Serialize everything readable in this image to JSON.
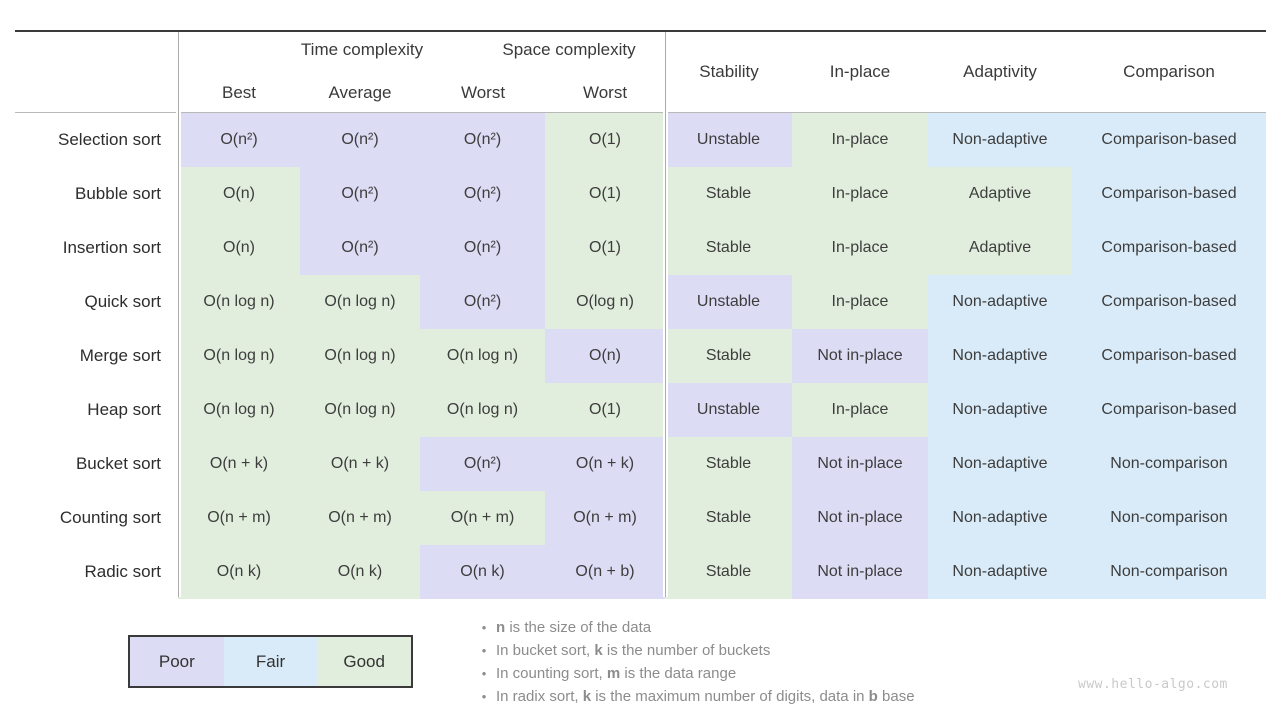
{
  "chart_data": {
    "type": "table",
    "column_groups": [
      {
        "label": "Time complexity",
        "span": 3
      },
      {
        "label": "Space complexity",
        "span": 1
      }
    ],
    "columns": [
      "Best",
      "Average",
      "Worst",
      "Worst",
      "Stability",
      "In-place",
      "Adaptivity",
      "Comparison"
    ],
    "rating_colors": {
      "poor": "#dcdcf4",
      "fair": "#d9ebf8",
      "good": "#e2eedd"
    },
    "rows": [
      {
        "name": "Selection sort",
        "cells": [
          {
            "v": "O(n²)",
            "r": "poor"
          },
          {
            "v": "O(n²)",
            "r": "poor"
          },
          {
            "v": "O(n²)",
            "r": "poor"
          },
          {
            "v": "O(1)",
            "r": "good"
          },
          {
            "v": "Unstable",
            "r": "poor"
          },
          {
            "v": "In-place",
            "r": "good"
          },
          {
            "v": "Non-adaptive",
            "r": "fair"
          },
          {
            "v": "Comparison-based",
            "r": "fair"
          }
        ]
      },
      {
        "name": "Bubble sort",
        "cells": [
          {
            "v": "O(n)",
            "r": "good"
          },
          {
            "v": "O(n²)",
            "r": "poor"
          },
          {
            "v": "O(n²)",
            "r": "poor"
          },
          {
            "v": "O(1)",
            "r": "good"
          },
          {
            "v": "Stable",
            "r": "good"
          },
          {
            "v": "In-place",
            "r": "good"
          },
          {
            "v": "Adaptive",
            "r": "good"
          },
          {
            "v": "Comparison-based",
            "r": "fair"
          }
        ]
      },
      {
        "name": "Insertion sort",
        "cells": [
          {
            "v": "O(n)",
            "r": "good"
          },
          {
            "v": "O(n²)",
            "r": "poor"
          },
          {
            "v": "O(n²)",
            "r": "poor"
          },
          {
            "v": "O(1)",
            "r": "good"
          },
          {
            "v": "Stable",
            "r": "good"
          },
          {
            "v": "In-place",
            "r": "good"
          },
          {
            "v": "Adaptive",
            "r": "good"
          },
          {
            "v": "Comparison-based",
            "r": "fair"
          }
        ]
      },
      {
        "name": "Quick sort",
        "cells": [
          {
            "v": "O(n log n)",
            "r": "good"
          },
          {
            "v": "O(n log n)",
            "r": "good"
          },
          {
            "v": "O(n²)",
            "r": "poor"
          },
          {
            "v": "O(log n)",
            "r": "good"
          },
          {
            "v": "Unstable",
            "r": "poor"
          },
          {
            "v": "In-place",
            "r": "good"
          },
          {
            "v": "Non-adaptive",
            "r": "fair"
          },
          {
            "v": "Comparison-based",
            "r": "fair"
          }
        ]
      },
      {
        "name": "Merge sort",
        "cells": [
          {
            "v": "O(n log n)",
            "r": "good"
          },
          {
            "v": "O(n log n)",
            "r": "good"
          },
          {
            "v": "O(n log n)",
            "r": "good"
          },
          {
            "v": "O(n)",
            "r": "poor"
          },
          {
            "v": "Stable",
            "r": "good"
          },
          {
            "v": "Not in-place",
            "r": "poor"
          },
          {
            "v": "Non-adaptive",
            "r": "fair"
          },
          {
            "v": "Comparison-based",
            "r": "fair"
          }
        ]
      },
      {
        "name": "Heap sort",
        "cells": [
          {
            "v": "O(n log n)",
            "r": "good"
          },
          {
            "v": "O(n log n)",
            "r": "good"
          },
          {
            "v": "O(n log n)",
            "r": "good"
          },
          {
            "v": "O(1)",
            "r": "good"
          },
          {
            "v": "Unstable",
            "r": "poor"
          },
          {
            "v": "In-place",
            "r": "good"
          },
          {
            "v": "Non-adaptive",
            "r": "fair"
          },
          {
            "v": "Comparison-based",
            "r": "fair"
          }
        ]
      },
      {
        "name": "Bucket sort",
        "cells": [
          {
            "v": "O(n + k)",
            "r": "good"
          },
          {
            "v": "O(n + k)",
            "r": "good"
          },
          {
            "v": "O(n²)",
            "r": "poor"
          },
          {
            "v": "O(n + k)",
            "r": "poor"
          },
          {
            "v": "Stable",
            "r": "good"
          },
          {
            "v": "Not in-place",
            "r": "poor"
          },
          {
            "v": "Non-adaptive",
            "r": "fair"
          },
          {
            "v": "Non-comparison",
            "r": "fair"
          }
        ]
      },
      {
        "name": "Counting sort",
        "cells": [
          {
            "v": "O(n + m)",
            "r": "good"
          },
          {
            "v": "O(n + m)",
            "r": "good"
          },
          {
            "v": "O(n + m)",
            "r": "good"
          },
          {
            "v": "O(n + m)",
            "r": "poor"
          },
          {
            "v": "Stable",
            "r": "good"
          },
          {
            "v": "Not in-place",
            "r": "poor"
          },
          {
            "v": "Non-adaptive",
            "r": "fair"
          },
          {
            "v": "Non-comparison",
            "r": "fair"
          }
        ]
      },
      {
        "name": "Radic sort",
        "cells": [
          {
            "v": "O(n k)",
            "r": "good"
          },
          {
            "v": "O(n k)",
            "r": "good"
          },
          {
            "v": "O(n k)",
            "r": "poor"
          },
          {
            "v": "O(n + b)",
            "r": "poor"
          },
          {
            "v": "Stable",
            "r": "good"
          },
          {
            "v": "Not in-place",
            "r": "poor"
          },
          {
            "v": "Non-adaptive",
            "r": "fair"
          },
          {
            "v": "Non-comparison",
            "r": "fair"
          }
        ]
      }
    ]
  },
  "legend": {
    "items": [
      {
        "label": "Poor",
        "rating": "poor"
      },
      {
        "label": "Fair",
        "rating": "fair"
      },
      {
        "label": "Good",
        "rating": "good"
      }
    ]
  },
  "footnotes": [
    [
      {
        "t": "n",
        "b": true
      },
      {
        "t": " is the size of the data"
      }
    ],
    [
      {
        "t": "In bucket sort, "
      },
      {
        "t": "k",
        "b": true
      },
      {
        "t": " is the number of buckets"
      }
    ],
    [
      {
        "t": "In counting sort, "
      },
      {
        "t": "m",
        "b": true
      },
      {
        "t": " is the data range"
      }
    ],
    [
      {
        "t": "In radix sort, "
      },
      {
        "t": "k",
        "b": true
      },
      {
        "t": " is the maximum number of digits, data in "
      },
      {
        "t": "b",
        "b": true
      },
      {
        "t": " base"
      }
    ]
  ],
  "watermark": "www.hello-algo.com"
}
